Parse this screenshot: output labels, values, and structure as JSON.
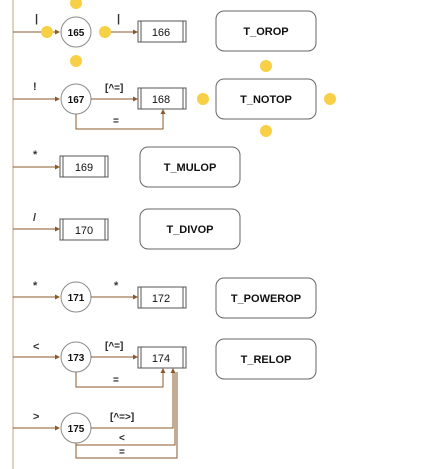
{
  "colors": {
    "edge": "#8b5a2b",
    "trunk": "#c9a27a",
    "state_stroke": "#8a8a8a",
    "dot": "#f7d046",
    "box_stroke": "#555555"
  },
  "rows": [
    {
      "name": "orop",
      "input": "|",
      "state": "165",
      "edge_label": "|",
      "target": "166",
      "token": "T_OROP",
      "selected_state": true,
      "selected_token": false
    },
    {
      "name": "notop",
      "input": "!",
      "state": "167",
      "edge_label": "[^=]",
      "target": "168",
      "loop_label": "=",
      "token": "T_NOTOP",
      "selected_state": false,
      "selected_token": true
    },
    {
      "name": "mulop",
      "input": "*",
      "target": "169",
      "token": "T_MULOP"
    },
    {
      "name": "divop",
      "input": "/",
      "target": "170",
      "token": "T_DIVOP"
    },
    {
      "name": "powerop",
      "input": "*",
      "state": "171",
      "edge_label": "*",
      "target": "172",
      "token": "T_POWEROP"
    },
    {
      "name": "relop",
      "input": "<",
      "state": "173",
      "edge_label": "[^=]",
      "target": "174",
      "loop_label": "=",
      "token": "T_RELOP"
    },
    {
      "name": "relop-gt",
      "input": ">",
      "state": "175",
      "edge_label": "[^=>]",
      "extra_labels": [
        "<",
        "="
      ]
    }
  ]
}
